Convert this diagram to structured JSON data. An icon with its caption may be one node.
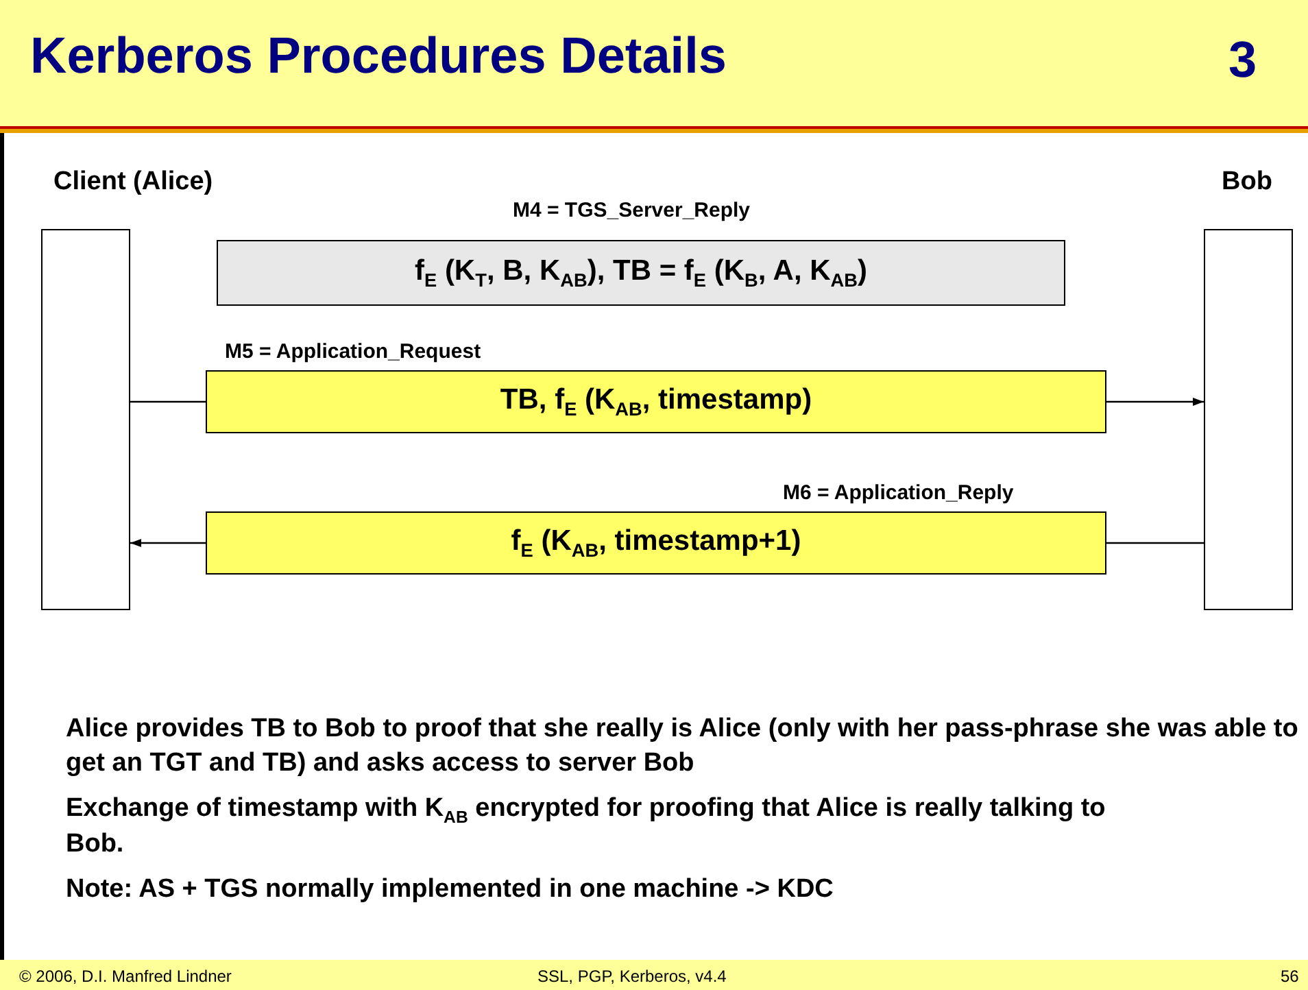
{
  "diagram": {
    "title": "Kerberos Procedures Details",
    "nodes": [
      {
        "text": [
          "Client (Alice)"
        ]
      },
      {
        "text": [
          "Bob"
        ]
      },
      {
        "text": [
          "M4 = TGS_Server_Reply",
          "f$_{E}$ (K$_{T}$, B, K$_{AB}$), TB = f$_{E}$ (K$_{B}$, A, K$_{AB}$)"
        ]
      },
      {
        "text": [
          "M5 = Application_Request",
          "TB, f$_{E}$ (K$_{AB}$, timestamp)"
        ]
      },
      {
        "text": [
          "M6 = Application_Reply",
          "f$_{E}$ (K$_{AB}$, timestamp+1)"
        ]
      }
    ],
    "edges": [
      {
        "from": 0,
        "to": 3,
        "arrow": "none"
      },
      {
        "from": 3,
        "to": 1,
        "arrow": "to"
      },
      {
        "from": 1,
        "to": 4,
        "arrow": "none"
      },
      {
        "from": 4,
        "to": 0,
        "arrow": "to"
      }
    ],
    "labels": [
      "3",
      "Alice provides TB to Bob to proof that she really is Alice (only with her pass-phrase she was able to get an TGT and TB) and asks access to server Bob",
      "Exchange of timestamp with K$_{AB}$ encrypted for proofing that Alice is really talking to Bob.",
      "Note: AS + TGS normally implemented in one machine -> KDC",
      "© 2006, D.I. Manfred Lindner",
      "SSL, PGP, Kerberos, v4.4",
      "56"
    ]
  }
}
